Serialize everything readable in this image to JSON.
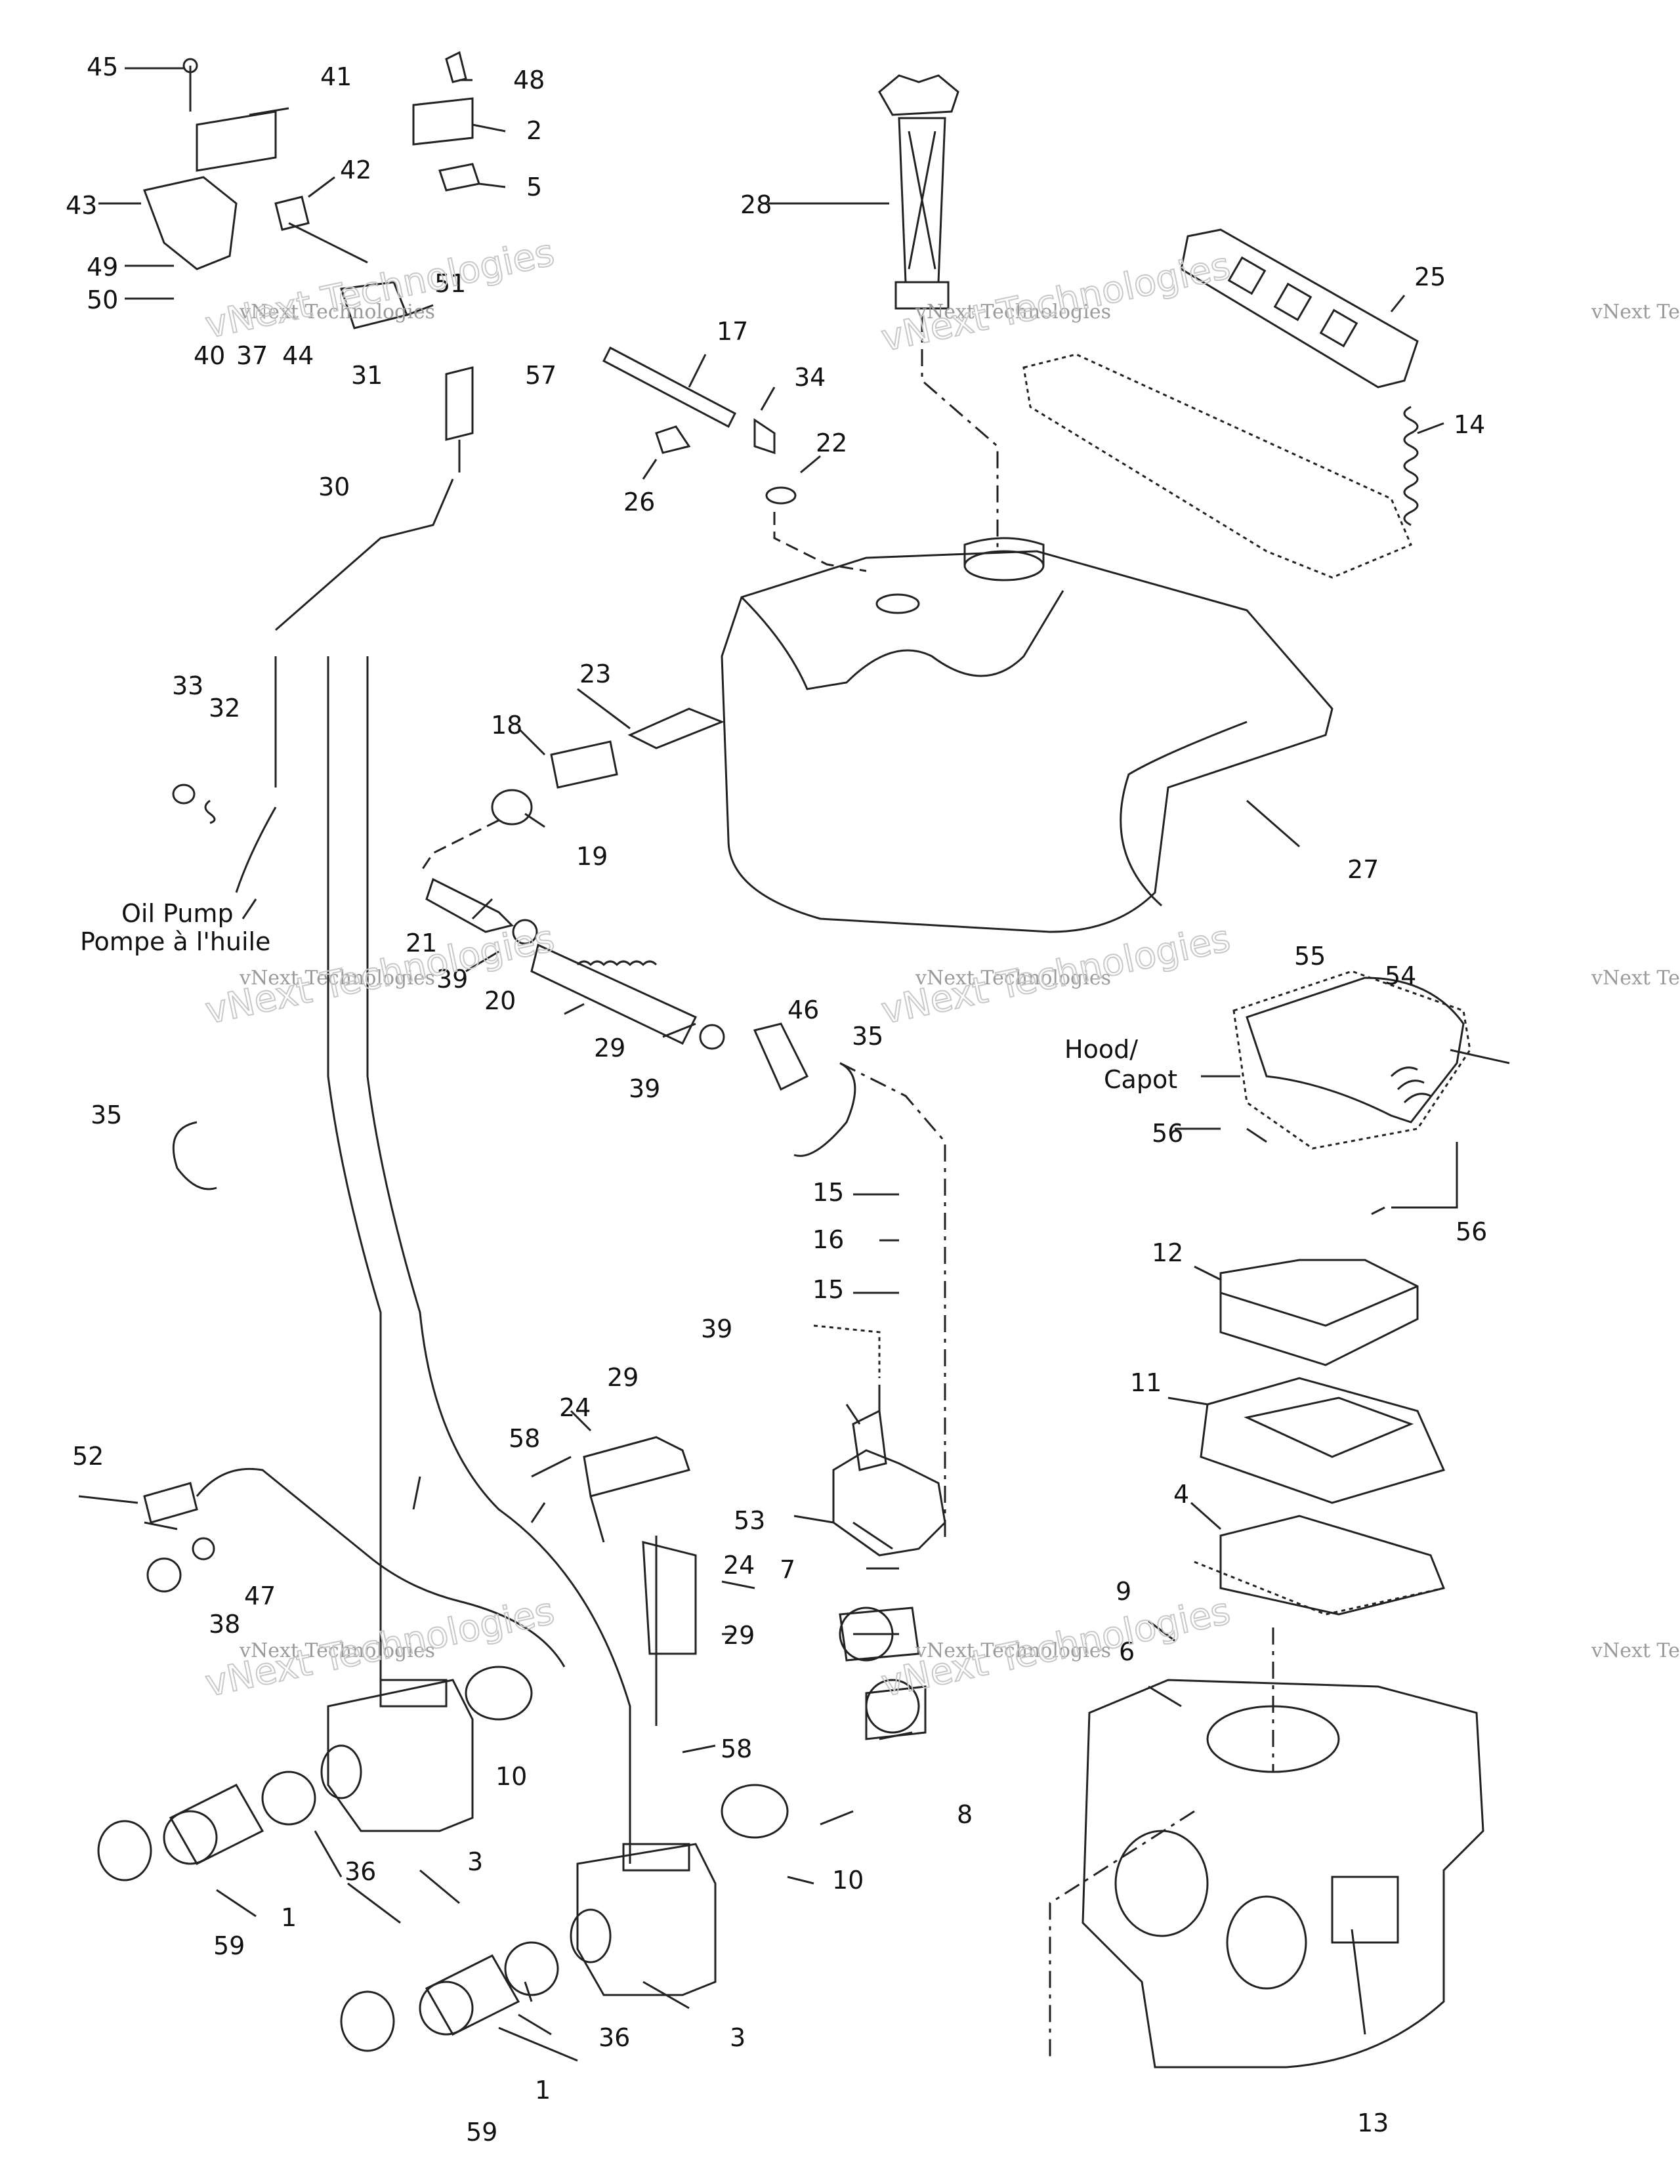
{
  "callouts": [
    "45",
    "41",
    "48",
    "2",
    "5",
    "42",
    "43",
    "28",
    "49",
    "51",
    "50",
    "40",
    "37",
    "44",
    "25",
    "31",
    "57",
    "17",
    "34",
    "22",
    "14",
    "26",
    "30",
    "23",
    "18",
    "33",
    "32",
    "19",
    "27",
    "21",
    "39",
    "20",
    "55",
    "54",
    "29",
    "46",
    "35",
    "15",
    "16",
    "12",
    "11",
    "24",
    "58",
    "52",
    "4",
    "53",
    "7",
    "9",
    "47",
    "38",
    "8",
    "6",
    "10",
    "36",
    "1",
    "59",
    "3",
    "13",
    "56"
  ],
  "captions": {
    "oil_pump_en": "Oil Pump",
    "oil_pump_fr": "Pompe à l'huile",
    "hood_en": "Hood/",
    "hood_fr": "Capot"
  },
  "watermark": {
    "line1": "vNext Technologies",
    "line2": "vNext Technologies"
  },
  "colors": {
    "line": "#222222",
    "text": "#111111",
    "watermark": "#c8c8c8"
  }
}
